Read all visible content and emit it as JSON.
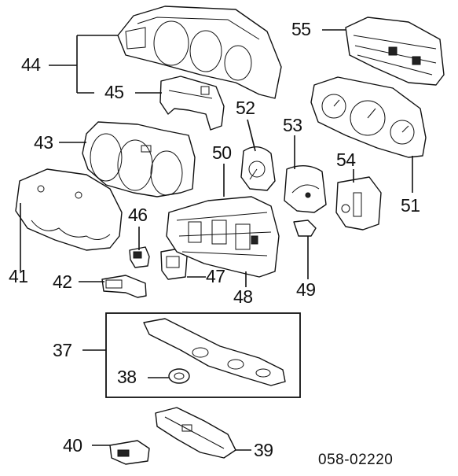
{
  "callouts": {
    "c37": "37",
    "c38": "38",
    "c39": "39",
    "c40": "40",
    "c41": "41",
    "c42": "42",
    "c43": "43",
    "c44": "44",
    "c45": "45",
    "c46": "46",
    "c47": "47",
    "c48": "48",
    "c49": "49",
    "c50": "50",
    "c51": "51",
    "c52": "52",
    "c53": "53",
    "c54": "54",
    "c55": "55"
  },
  "diagram_code": "058-02220"
}
